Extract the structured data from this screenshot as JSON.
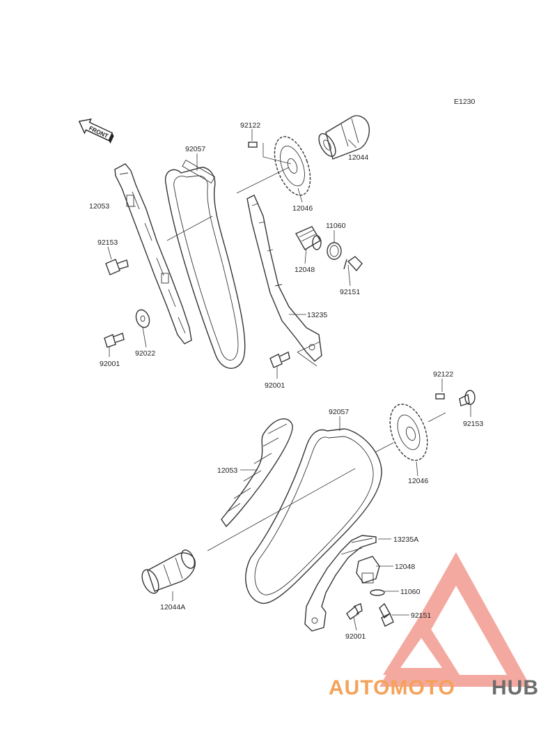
{
  "diagram_code": "E1230",
  "front_label": "FRONT",
  "labels": {
    "l_92122_top": "92122",
    "l_92057_top": "92057",
    "l_12044": "12044",
    "l_12053_top": "12053",
    "l_12046_top": "12046",
    "l_11060_top": "11060",
    "l_92153_top": "92153",
    "l_12048_top": "12048",
    "l_92151_top": "92151",
    "l_13235": "13235",
    "l_92022": "92022",
    "l_92001_left": "92001",
    "l_92001_mid": "92001",
    "l_92122_bot": "92122",
    "l_92057_bot": "92057",
    "l_92153_bot": "92153",
    "l_12053_bot": "12053",
    "l_12046_bot": "12046",
    "l_13235A": "13235A",
    "l_12048_bot": "12048",
    "l_11060_bot": "11060",
    "l_12044A": "12044A",
    "l_92151_bot": "92151",
    "l_92001_bot": "92001"
  },
  "watermark": {
    "part1": "AUTOMOTO",
    "part2": "HUB",
    "color_primary": "#f08a7e",
    "color_secondary": "#6d6d6d"
  }
}
